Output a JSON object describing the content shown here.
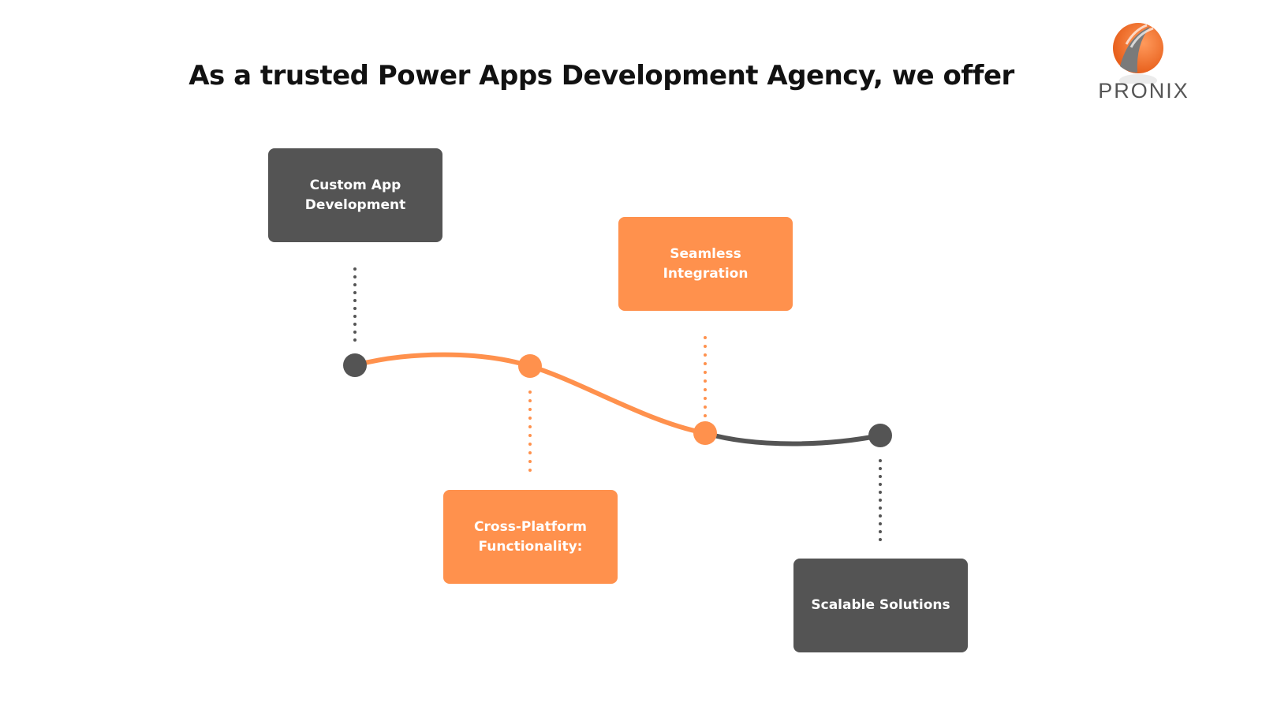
{
  "title": "As a trusted Power Apps Development Agency, we offer",
  "logo": {
    "text": "PRONIX"
  },
  "colors": {
    "dark": "#545454",
    "orange": "#FF914D"
  },
  "steps": [
    {
      "label": "Custom App Development",
      "style": "dark"
    },
    {
      "label": "Cross-Platform Functionality:",
      "style": "orange"
    },
    {
      "label": "Seamless Integration",
      "style": "orange"
    },
    {
      "label": "Scalable Solutions",
      "style": "dark"
    }
  ]
}
